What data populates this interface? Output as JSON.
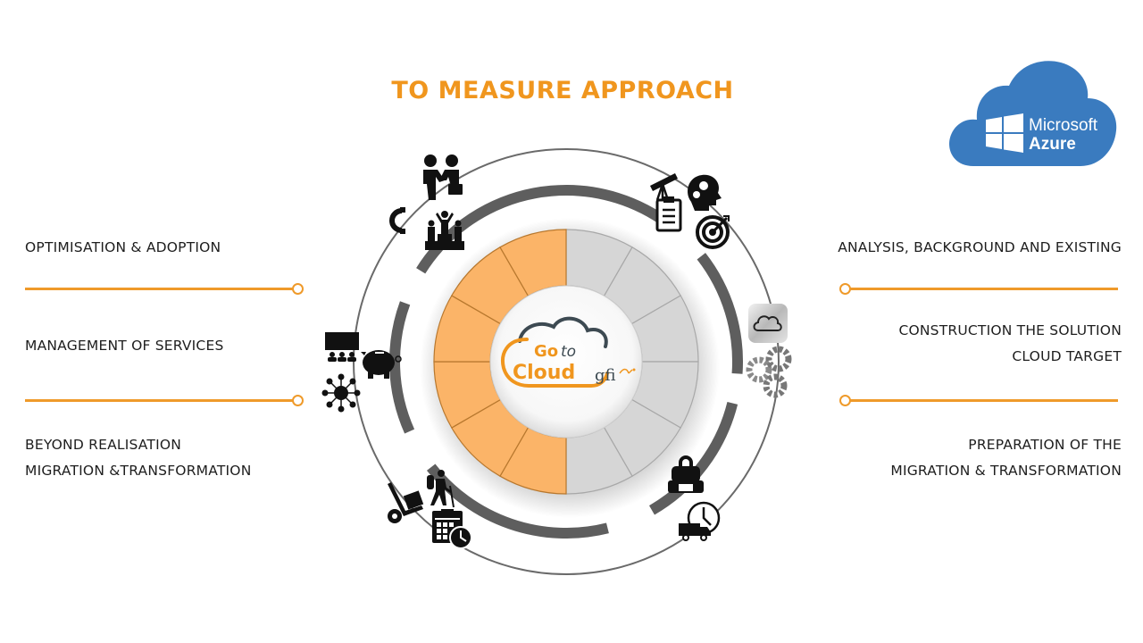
{
  "title": "TO MEASURE APPROACH",
  "logo": {
    "brand_line1": "Microsoft",
    "brand_line2": "Azure",
    "color": "#3a7bbf"
  },
  "center_logo": {
    "go": "Go",
    "to": "to",
    "cloud": "Cloud",
    "company": "gfi",
    "orange": "#f0961e",
    "dark": "#3d4a52"
  },
  "left_labels": [
    {
      "lines": [
        "OPTIMISATION & ADOPTION"
      ]
    },
    {
      "lines": [
        "MANAGEMENT OF SERVICES"
      ]
    },
    {
      "lines": [
        "BEYOND REALISATION",
        "MIGRATION &TRANSFORMATION"
      ]
    }
  ],
  "right_labels": [
    {
      "lines": [
        "ANALYSIS, BACKGROUND AND EXISTING"
      ]
    },
    {
      "lines": [
        "CONSTRUCTION THE SOLUTION",
        "CLOUD TARGET"
      ]
    },
    {
      "lines": [
        "PREPARATION OF THE",
        "MIGRATION & TRANSFORMATION"
      ]
    }
  ],
  "wheel": {
    "orange_segments": 6,
    "grey_segments": 6,
    "orange_color": "#fbb468",
    "grey_color": "#d6d6d6",
    "ring_color": "#5e5e5e",
    "accent_color": "#ef9a2a"
  },
  "icons": {
    "top_left": [
      "handshake-icon",
      "magnet-icon",
      "podium-team-icon"
    ],
    "top_right": [
      "telescope-icon",
      "head-gears-icon",
      "checklist-icon",
      "target-icon"
    ],
    "right": [
      "cloud-app-icon",
      "gears-icon"
    ],
    "bottom_right": [
      "backpack-icon",
      "delivery-clock-icon"
    ],
    "bottom_left": [
      "hand-truck-icon",
      "hiker-icon",
      "calendar-clock-icon"
    ],
    "left": [
      "meeting-board-icon",
      "piggy-bank-icon",
      "network-hub-icon"
    ]
  }
}
